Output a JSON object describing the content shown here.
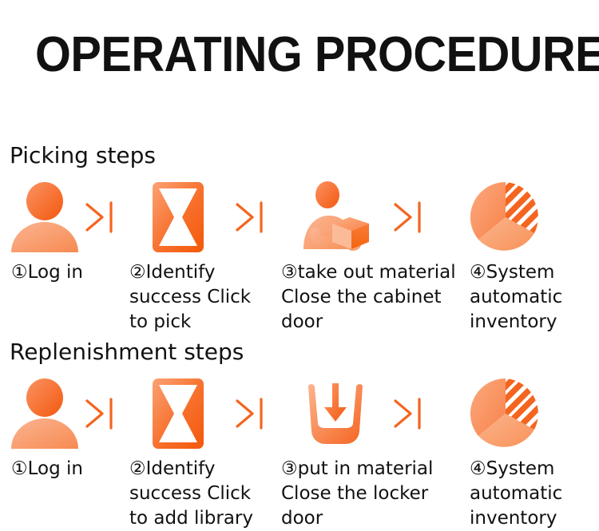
{
  "page": {
    "title": "OPERATING PROCEDURES",
    "background_color": "#ffffff",
    "text_color": "#111111",
    "accent_color": "#f4651f",
    "accent_light_color": "#f99a6b"
  },
  "sections": [
    {
      "heading": "Picking steps",
      "steps": [
        {
          "icon": "person-icon",
          "caption": "①Log in"
        },
        {
          "icon": "cabinet-icon",
          "caption": "②Identify success Click to pick"
        },
        {
          "icon": "carry-box-icon",
          "caption": "③take out material Close the cabinet door"
        },
        {
          "icon": "pie-chart-icon",
          "caption": "④System automatic inventory"
        }
      ],
      "separators": [
        "chevron-bar-icon",
        "chevron-bar-icon",
        "chevron-bar-icon"
      ]
    },
    {
      "heading": "Replenishment steps",
      "steps": [
        {
          "icon": "person-icon",
          "caption": "①Log in"
        },
        {
          "icon": "cabinet-icon",
          "caption": "②Identify success Click to add library"
        },
        {
          "icon": "put-in-icon",
          "caption": "③put in material Close the locker door"
        },
        {
          "icon": "pie-chart-icon",
          "caption": "④System automatic inventory"
        }
      ],
      "separators": [
        "chevron-bar-icon",
        "chevron-bar-icon",
        "chevron-bar-icon"
      ]
    }
  ]
}
